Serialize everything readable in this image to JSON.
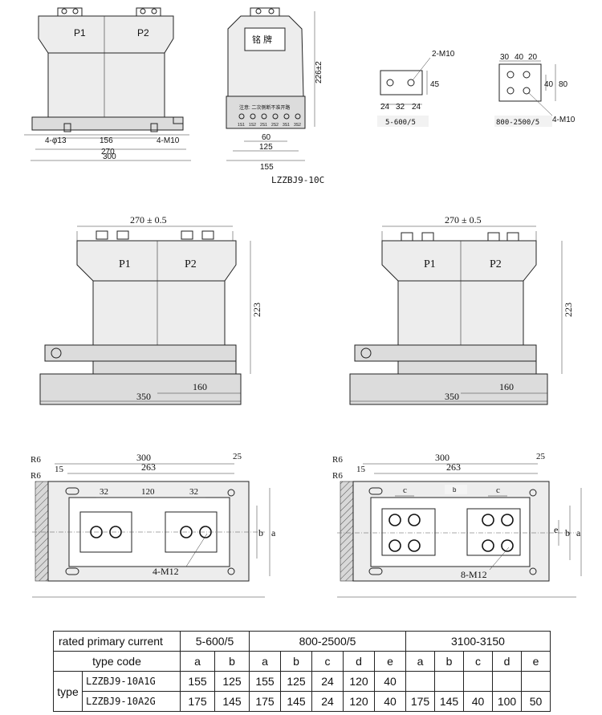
{
  "diagram": {
    "model_label": "LZZBJ9-10C",
    "top_front": {
      "p1": "P1",
      "p2": "P2",
      "d_4_13": "4-φ13",
      "d_156": "156",
      "d_270": "270",
      "d_300": "300",
      "d_4_m10": "4-M10"
    },
    "top_side": {
      "nameplate": "铭 牌",
      "d_226": "226±2",
      "d_60": "60",
      "d_125": "125",
      "d_155": "155",
      "caption": "注意: 二次侧断不准开路",
      "terminals": [
        "1S1",
        "1S2",
        "2S1",
        "2S2",
        "3S1",
        "3S2"
      ]
    },
    "terminal_a": {
      "label": "2-M10",
      "d_45": "45",
      "d_24a": "24",
      "d_32": "32",
      "d_24b": "24",
      "caption": "5-600/5"
    },
    "terminal_b": {
      "d_30": "30",
      "d_40": "40",
      "d_20": "20",
      "d_40v": "40",
      "d_80": "80",
      "label": "4-M10",
      "caption": "800-2500/5"
    },
    "mid_left": {
      "d_270": "270 ± 0.5",
      "p1": "P1",
      "p2": "P2",
      "d_223": "223",
      "d_160": "160",
      "d_350": "350"
    },
    "mid_right": {
      "d_270": "270 ± 0.5",
      "p1": "P1",
      "p2": "P2",
      "d_223": "223",
      "d_160": "160",
      "d_350": "350"
    },
    "bot_left": {
      "r6a": "R6",
      "r6b": "R6",
      "d_15": "15",
      "d_300": "300",
      "d_25": "25",
      "d_263": "263",
      "d_32a": "32",
      "d_120": "120",
      "d_32b": "32",
      "d_b": "b",
      "d_a": "a",
      "label": "4-M12"
    },
    "bot_right": {
      "r6a": "R6",
      "r6b": "R6",
      "d_15": "15",
      "d_300": "300",
      "d_25": "25",
      "d_263": "263",
      "d_ca": "c",
      "d_bmid": "b",
      "d_cb": "c",
      "d_e": "e",
      "d_b": "b",
      "d_a": "a",
      "label": "8-M12"
    }
  },
  "table": {
    "rated_label": "rated primary current",
    "ranges": [
      "5-600/5",
      "800-2500/5",
      "3100-3150"
    ],
    "type_code_label": "type code",
    "cols_1": [
      "a",
      "b"
    ],
    "cols_2": [
      "a",
      "b",
      "c",
      "d",
      "e"
    ],
    "cols_3": [
      "a",
      "b",
      "c",
      "d",
      "e"
    ],
    "type_label": "type",
    "rows": [
      {
        "code": "LZZBJ9-10A1G",
        "v": [
          "155",
          "125",
          "155",
          "125",
          "24",
          "120",
          "40",
          "",
          "",
          "",
          "",
          ""
        ]
      },
      {
        "code": "LZZBJ9-10A2G",
        "v": [
          "175",
          "145",
          "175",
          "145",
          "24",
          "120",
          "40",
          "175",
          "145",
          "40",
          "100",
          "50"
        ]
      }
    ]
  }
}
